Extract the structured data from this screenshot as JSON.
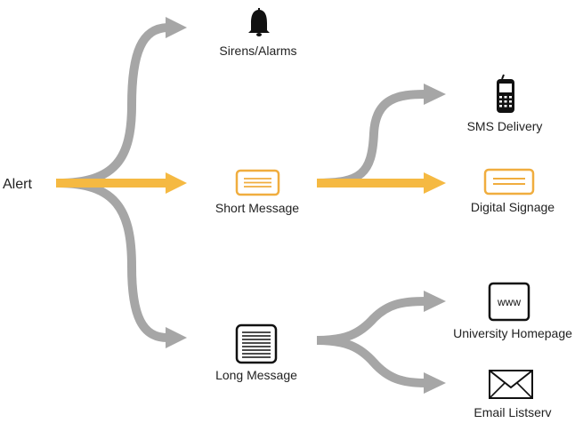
{
  "colors": {
    "gray_flow": "#a6a6a6",
    "orange_flow": "#f5b942",
    "icon_dark": "#111111",
    "icon_orange": "#f0ad3e"
  },
  "root": {
    "label": "Alert"
  },
  "nodes": {
    "sirens": {
      "label": "Sirens/Alarms",
      "icon": "bell-icon"
    },
    "short_message": {
      "label": "Short Message",
      "icon": "short-message-icon"
    },
    "long_message": {
      "label": "Long Message",
      "icon": "long-message-icon"
    },
    "sms": {
      "label": "SMS Delivery",
      "icon": "cell-phone-icon"
    },
    "signage": {
      "label": "Digital Signage",
      "icon": "signage-icon"
    },
    "homepage": {
      "label": "University Homepage",
      "icon": "www-icon",
      "icon_text": "www"
    },
    "email": {
      "label": "Email Listserv",
      "icon": "envelope-icon"
    }
  },
  "flows": [
    {
      "from": "Alert",
      "to": "Sirens/Alarms",
      "color": "gray"
    },
    {
      "from": "Alert",
      "to": "Short Message",
      "color": "orange"
    },
    {
      "from": "Alert",
      "to": "Long Message",
      "color": "gray"
    },
    {
      "from": "Short Message",
      "to": "SMS Delivery",
      "color": "gray"
    },
    {
      "from": "Short Message",
      "to": "Digital Signage",
      "color": "orange"
    },
    {
      "from": "Long Message",
      "to": "University Homepage",
      "color": "gray"
    },
    {
      "from": "Long Message",
      "to": "Email Listserv",
      "color": "gray"
    }
  ]
}
